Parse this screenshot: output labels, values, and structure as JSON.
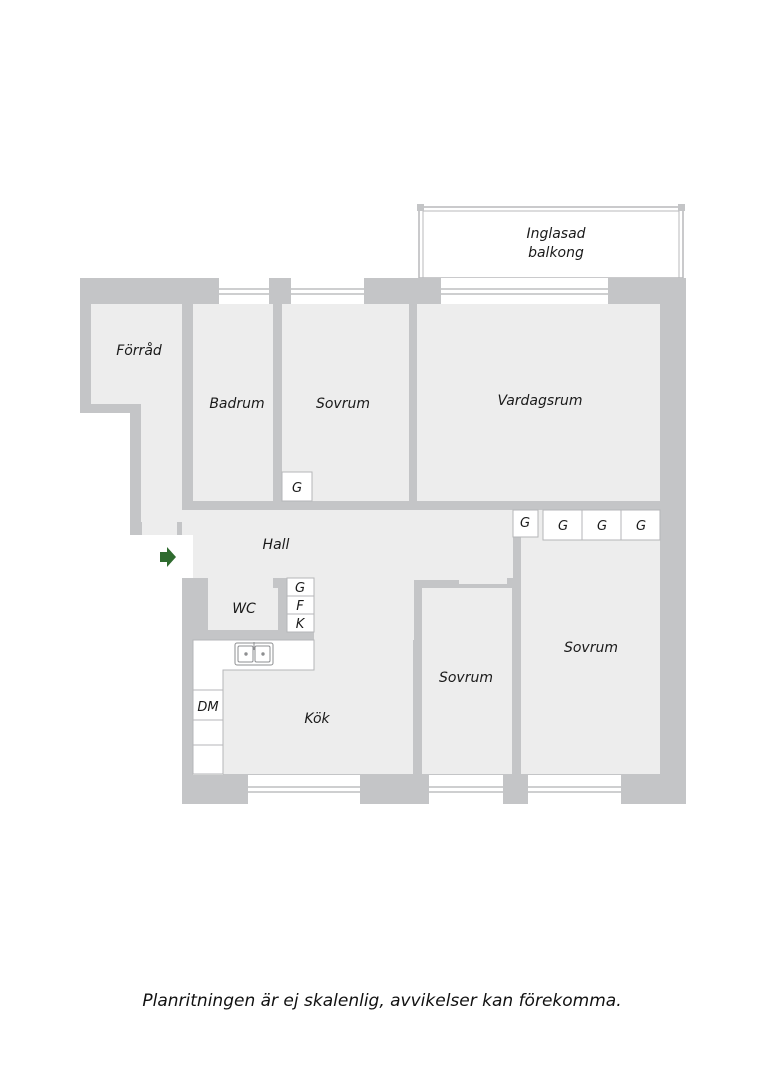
{
  "rooms": {
    "forrad": "Förråd",
    "badrum": "Badrum",
    "sovrum_top": "Sovrum",
    "vardagsrum": "Vardagsrum",
    "balkong_line1": "Inglasad",
    "balkong_line2": "balkong",
    "hall": "Hall",
    "wc": "WC",
    "kok": "Kök",
    "sovrum_middle": "Sovrum",
    "sovrum_right": "Sovrum"
  },
  "cabinets": {
    "g_sovrum": "G",
    "g_hall_right": "G",
    "g_wardrobe_1": "G",
    "g_wardrobe_2": "G",
    "g_wardrobe_3": "G",
    "g_hall": "G",
    "f_hall": "F",
    "k_hall": "K",
    "dm_kitchen": "DM"
  },
  "disclaimer": "Planritningen är ej skalenlig, avvikelser kan förekomma.",
  "colors": {
    "wall": "#c4c5c7",
    "floor": "#ededed",
    "entrance_arrow": "#2f6b2f"
  }
}
